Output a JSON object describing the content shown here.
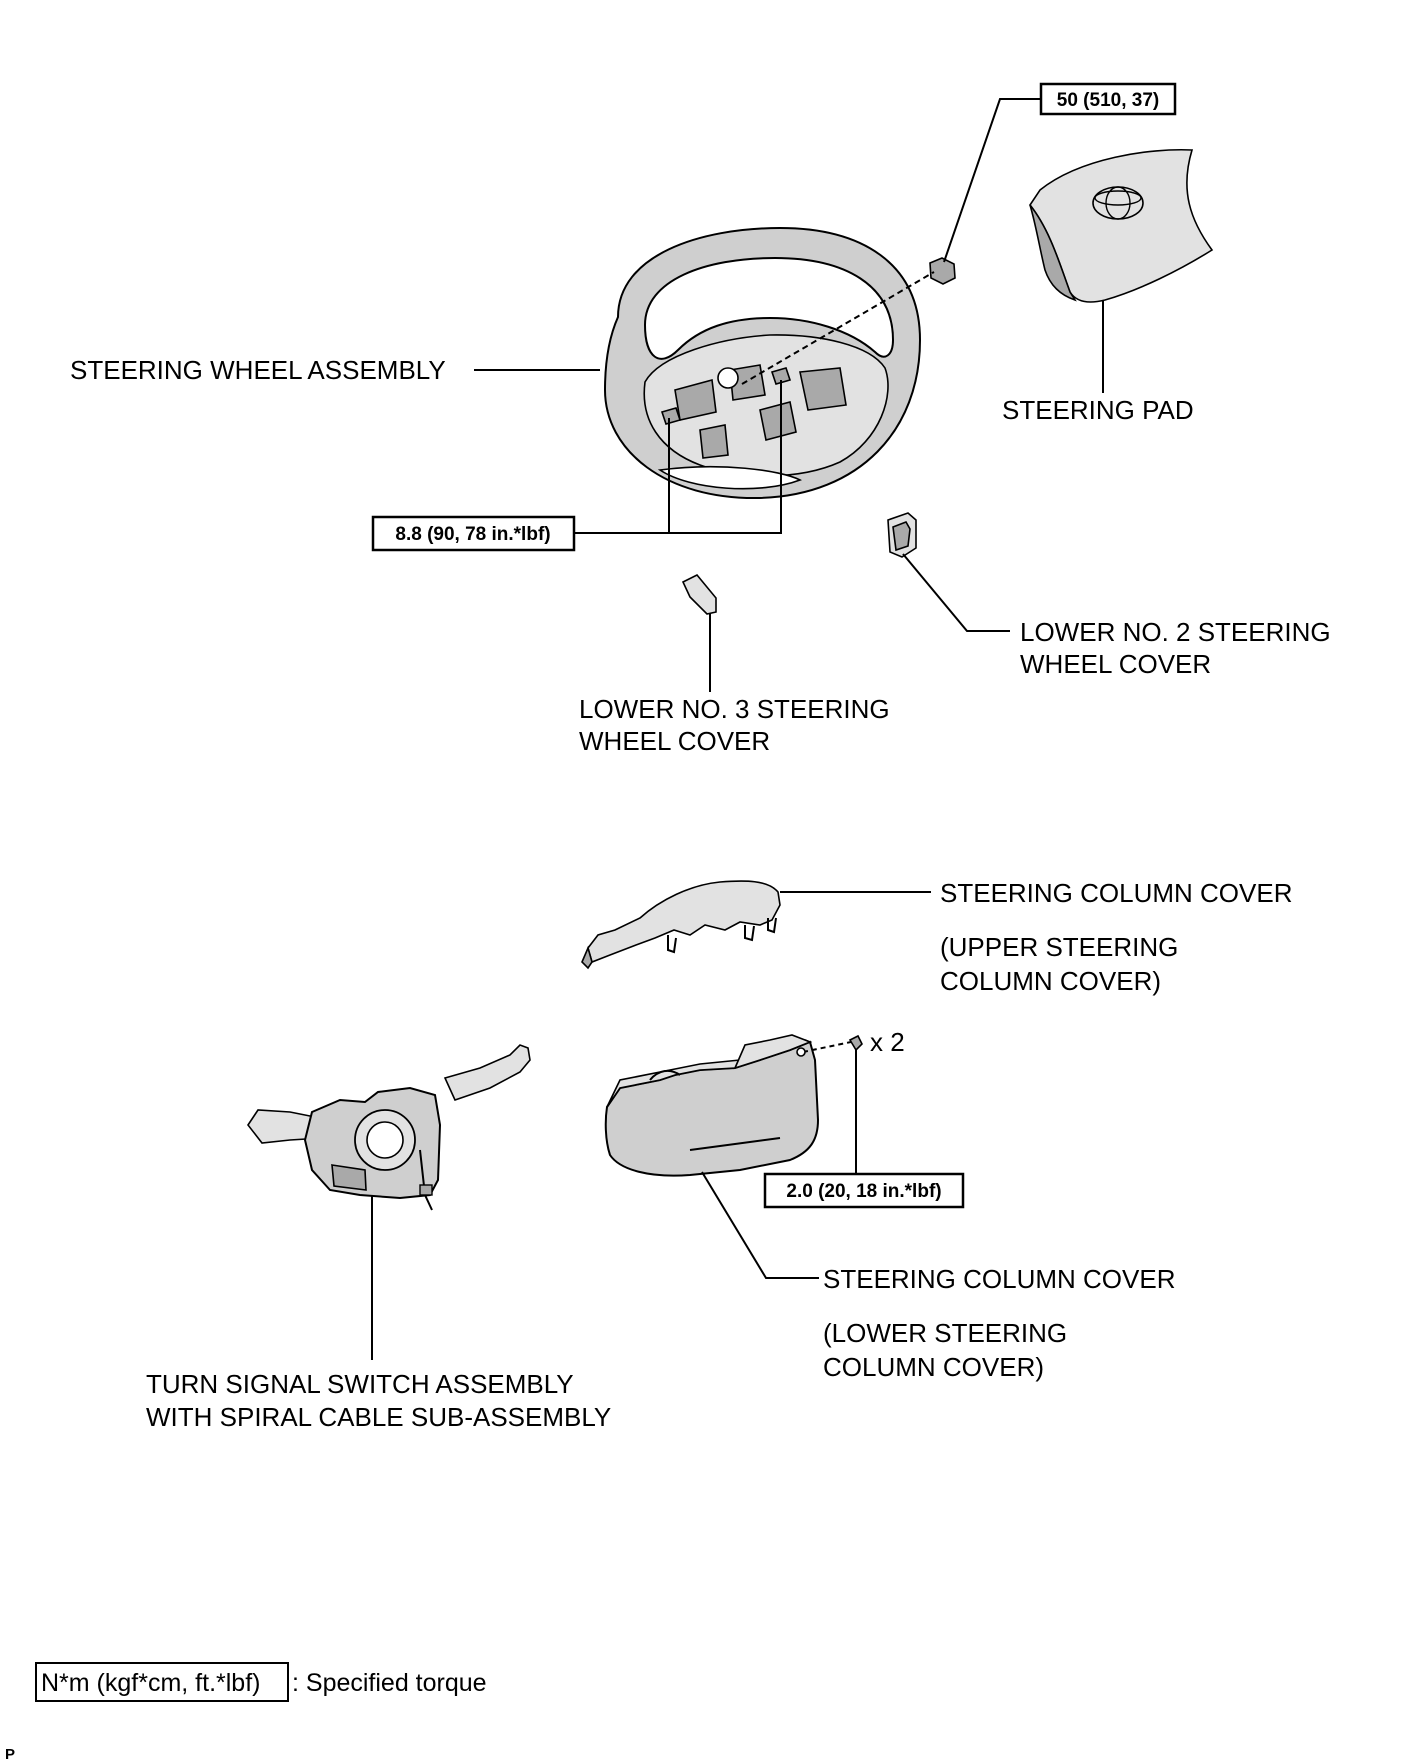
{
  "labels": {
    "steering_wheel_assembly": "STEERING WHEEL ASSEMBLY",
    "steering_pad": "STEERING PAD",
    "lower_no2_line1": "LOWER NO. 2 STEERING",
    "lower_no2_line2": "WHEEL COVER",
    "lower_no3_line1": "LOWER NO. 3 STEERING",
    "lower_no3_line2": "WHEEL COVER",
    "upper_column_cover_line1": "STEERING COLUMN COVER",
    "upper_column_cover_line2": "(UPPER STEERING",
    "upper_column_cover_line3": "COLUMN COVER)",
    "lower_column_cover_line1": "STEERING COLUMN COVER",
    "lower_column_cover_line2": "(LOWER STEERING",
    "lower_column_cover_line3": "COLUMN COVER)",
    "turn_signal_line1": "TURN SIGNAL SWITCH ASSEMBLY",
    "turn_signal_line2": "WITH SPIRAL CABLE SUB-ASSEMBLY",
    "quantity_x2": "x 2"
  },
  "torques": {
    "steering_wheel_nut": "50 (510, 37)",
    "pad_screws": "8.8 (90, 78 in.*lbf)",
    "column_cover_screws": "2.0 (20, 18 in.*lbf)"
  },
  "legend": {
    "unit_box": "N*m (kgf*cm, ft.*lbf)",
    "description": ": Specified torque"
  },
  "corner_mark": "P"
}
